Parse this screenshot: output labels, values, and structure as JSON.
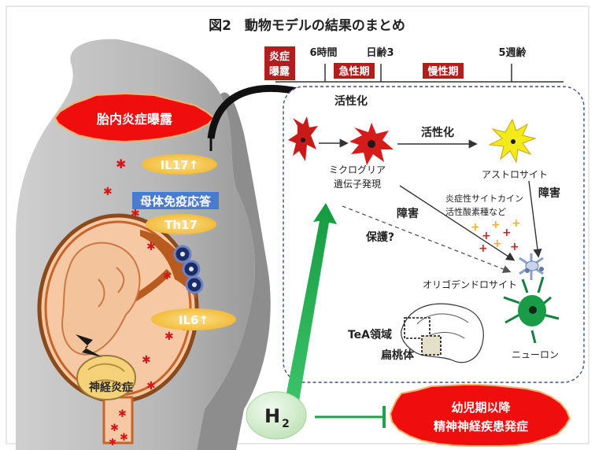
{
  "figure_title": "図2　動物モデルの結果のまとめ",
  "timeline": {
    "exposure_box": [
      "炎症",
      "曝露"
    ],
    "markers": [
      "6時間",
      "日齢3",
      "5週齢"
    ],
    "acute_phase": "急性期",
    "chronic_phase": "慢性期"
  },
  "left": {
    "inflammation_burst": "胎内炎症曝露",
    "il17": "IL17↑",
    "maternal_immune": "母体免疫応答",
    "th17": "Th17",
    "il6": "IL6↑",
    "neuroinflammation": "神経炎症"
  },
  "panel": {
    "activation_top": "活性化",
    "microglia_label": [
      "ミクログリア",
      "遺伝子発現"
    ],
    "activation_mid": "活性化",
    "astrocyte_label": "アストロサイト",
    "cytokine_label": [
      "炎症性サイトカイン",
      "活性酸素種など"
    ],
    "damage_left": "障害",
    "damage_right": "障害",
    "protect_label": "保護?",
    "oligodendrocyte_label": "オリゴデンドロサイト",
    "tea_label": "TeA領域",
    "amygdala_label": "扁桃体",
    "neuron_label": "ニューロン"
  },
  "h2_label": "H",
  "h2_subscript": "2",
  "outcome_burst": [
    "幼児期以降",
    "精神神経疾患発症"
  ],
  "colors": {
    "dark_red": "#b51c1c",
    "bright_red": "#e01212",
    "yellow_oval": "#f5c342",
    "blue_label": "#4a7bd0",
    "green_arrow": "#1fa34a",
    "astro_yellow": "#f2ea1a",
    "neuron_green": "#15803d"
  }
}
